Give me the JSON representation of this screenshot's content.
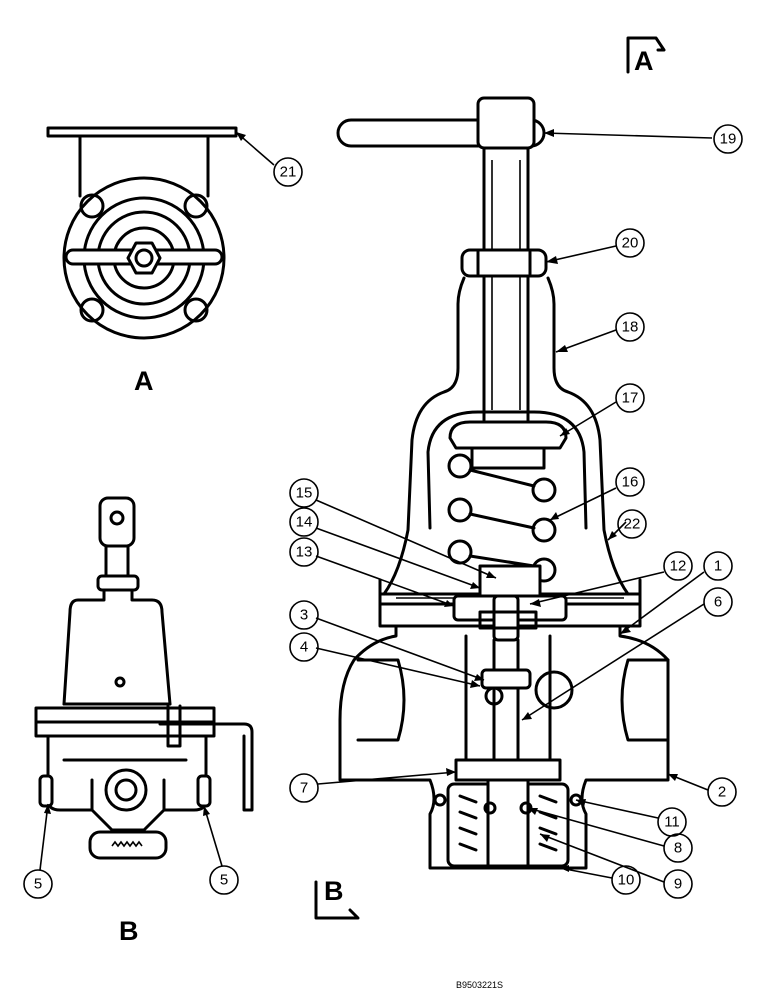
{
  "view_labels": {
    "section_a_marker": "A",
    "section_b_marker": "B",
    "view_a_caption": "A",
    "view_b_caption": "B"
  },
  "callouts": [
    "19",
    "20",
    "18",
    "17",
    "21",
    "16",
    "15",
    "14",
    "13",
    "22",
    "12",
    "1",
    "6",
    "3",
    "4",
    "7",
    "2",
    "11",
    "8",
    "9",
    "10",
    "5",
    "5"
  ],
  "footer": {
    "drawing_code": "B9503221S"
  }
}
